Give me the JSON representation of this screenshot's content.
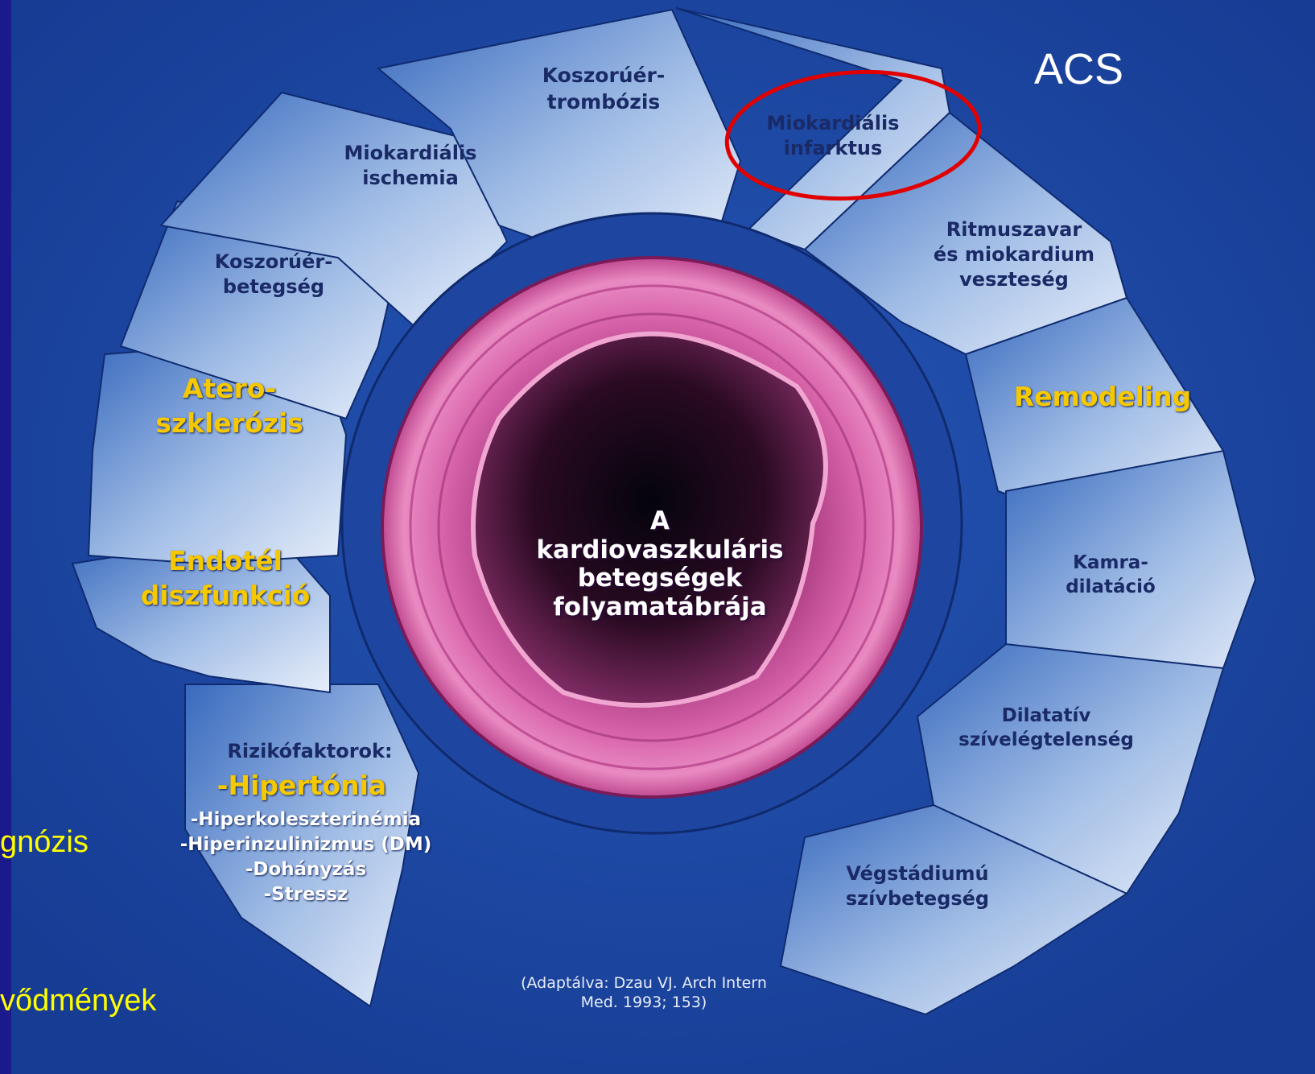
{
  "colors": {
    "slide_bg": "#1a1a8c",
    "panel_bg": "#1f4aa6",
    "arrow_light": "#d9e6f7",
    "arrow_dark": "#3363b8",
    "vessel_pink": "#d85aa6",
    "highlight_ring": "#e00000",
    "accent_yellow": "#f5c800",
    "side_text_yellow": "#ffff00"
  },
  "diagram": {
    "steps": {
      "coronary_thrombosis": "Koszorúér-\ntrombózis",
      "myocardial_infarction": "Miokardiális\ninfarktus",
      "arrhythmia": "Ritmuszavar\nés miokardium\nveszteség",
      "remodeling": "Remodeling",
      "ventricular_dilatation": "Kamra-\ndilatáció",
      "dilated_heart_failure": "Dilatatív\nszívelégtelenség",
      "end_stage": "Végstádiumú\nszívbetegség",
      "risk_factors_title": "Rizikófaktorok:",
      "risk_factor_main": "-Hipertónia",
      "risk_factors_rest": "-Hiperkoleszterinémia\n-Hiperinzulinizmus (DM)\n-Dohányzás\n-Stressz",
      "endothelial_dysfunction": "Endotél\ndiszfunkció",
      "atherosclerosis": "Atero-\nszklerózis",
      "coronary_disease": "Koszorúér-\nbetegség",
      "myocardial_ischemia": "Miokardiális\nischemia"
    },
    "center_title": "A\nkardiovaszkuláris\nbetegségek\nfolyamatábrája",
    "citation": "(Adaptálva: Dzau VJ. Arch Intern\nMed. 1993; 153)"
  },
  "annotations": {
    "acs": "ACS",
    "left_text_1": "gnózis",
    "left_text_2": "vődmények"
  }
}
